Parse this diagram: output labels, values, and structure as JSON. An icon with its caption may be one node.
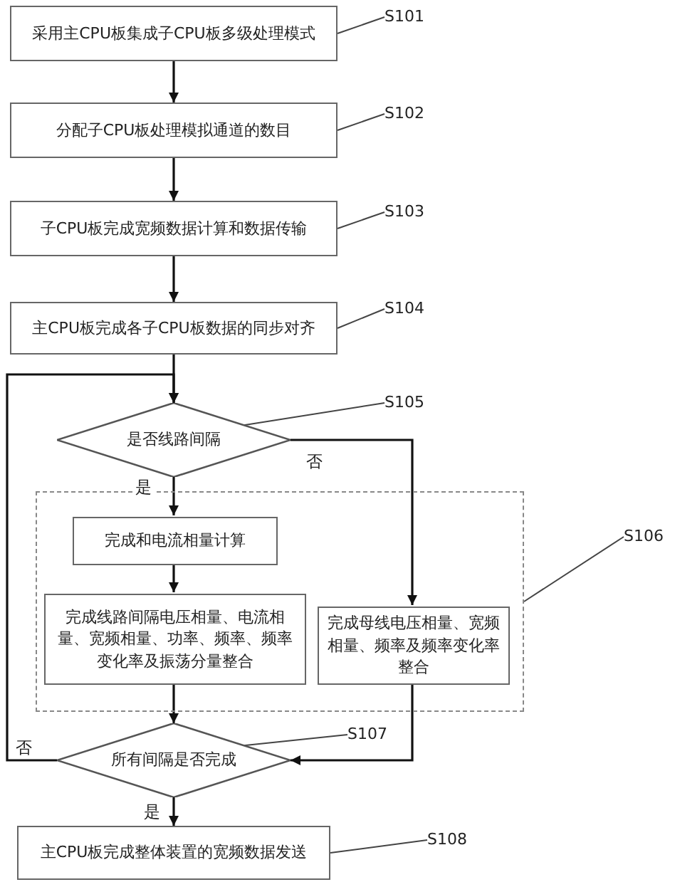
{
  "diagram": {
    "nodes": [
      {
        "text": [
          "采用主CPU板集成子CPU板多级处理模式"
        ]
      },
      {
        "text": [
          "S101"
        ]
      },
      {
        "text": [
          "分配子CPU板处理模拟通道的数目"
        ]
      },
      {
        "text": [
          "S102"
        ]
      },
      {
        "text": [
          "子CPU板完成宽频数据计算和数据传输"
        ]
      },
      {
        "text": [
          "S103"
        ]
      },
      {
        "text": [
          "主CPU板完成各子CPU板数据的同步对齐"
        ]
      },
      {
        "text": [
          "S104"
        ]
      },
      {
        "text": [
          "是否线路间隔"
        ]
      },
      {
        "text": [
          "S105"
        ]
      },
      {
        "text": [],
        "shape": "box"
      },
      {
        "text": [
          "完成和电流相量计算"
        ],
        "in": 10
      },
      {
        "text": [
          "完成线路间隔电压相量、电流相量、宽频相量、功率、频率、频率变化率及振荡分量整合"
        ],
        "in": 10
      },
      {
        "text": [
          "完成母线电压相量、宽频相量、频率及频率变化率整合"
        ],
        "in": 10
      },
      {
        "text": [
          "S106"
        ]
      },
      {
        "text": [
          "所有间隔是否完成"
        ]
      },
      {
        "text": [
          "S107"
        ]
      },
      {
        "text": [
          "主CPU板完成整体装置的宽频数据发送"
        ]
      },
      {
        "text": [
          "S108"
        ]
      }
    ],
    "edges": [
      {
        "from": 0,
        "to": 2,
        "arrow": "to"
      },
      {
        "from": 2,
        "to": 4,
        "arrow": "to"
      },
      {
        "from": 4,
        "to": 6,
        "arrow": "to"
      },
      {
        "from": 6,
        "to": 8,
        "arrow": "to"
      },
      {
        "from": 8,
        "to": 11,
        "arrow": "to",
        "label": "是"
      },
      {
        "from": 8,
        "to": 13,
        "arrow": "to",
        "label": "否"
      },
      {
        "from": 11,
        "to": 12,
        "arrow": "to"
      },
      {
        "from": 12,
        "to": 15,
        "arrow": "to"
      },
      {
        "from": 13,
        "to": 15,
        "arrow": "to"
      },
      {
        "from": 15,
        "to": 8,
        "arrow": "to",
        "label": "否"
      },
      {
        "from": 15,
        "to": 17,
        "arrow": "to",
        "label": "是"
      },
      {
        "from": 1,
        "to": 0,
        "arrow": "none"
      },
      {
        "from": 3,
        "to": 2,
        "arrow": "none"
      },
      {
        "from": 5,
        "to": 4,
        "arrow": "none"
      },
      {
        "from": 7,
        "to": 6,
        "arrow": "none"
      },
      {
        "from": 9,
        "to": 8,
        "arrow": "none"
      },
      {
        "from": 14,
        "to": 10,
        "arrow": "none"
      },
      {
        "from": 16,
        "to": 15,
        "arrow": "none"
      },
      {
        "from": 18,
        "to": 17,
        "arrow": "none"
      }
    ]
  }
}
